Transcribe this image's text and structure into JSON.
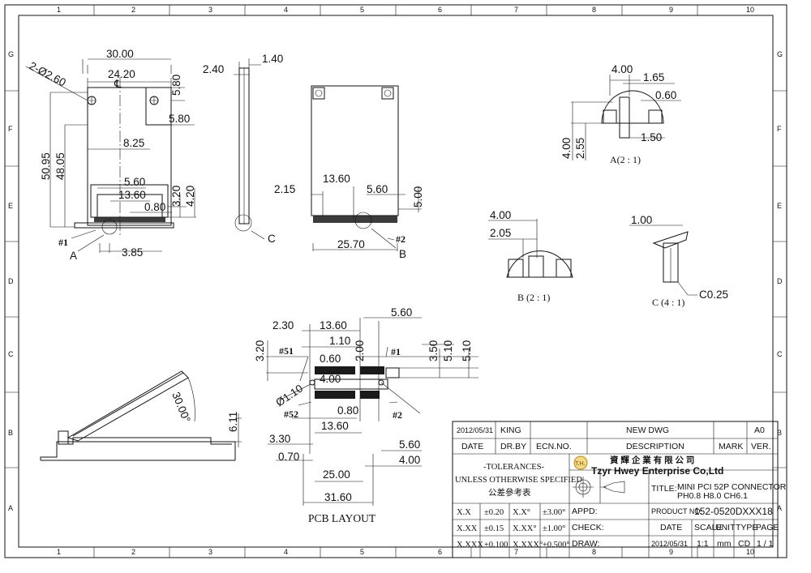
{
  "border": {
    "cols": [
      "1",
      "2",
      "3",
      "4",
      "5",
      "6",
      "7",
      "8",
      "9",
      "10"
    ],
    "rows": [
      "G",
      "F",
      "E",
      "D",
      "C",
      "B",
      "A"
    ]
  },
  "top_view": {
    "dims": [
      "30.00",
      "24.20",
      "5.80",
      "5.80",
      "8.25",
      "5.60",
      "13.60",
      "0.80",
      "3.20",
      "4.20",
      "50.95",
      "48.05",
      "3.85"
    ],
    "hole_label": "2-Ø2.60",
    "centerline": "℄",
    "pin1": "#1",
    "detail_a": "A"
  },
  "side_view": {
    "dims": [
      "2.40",
      "1.40"
    ],
    "detail_c": "C"
  },
  "front_view": {
    "dims": [
      "2.15",
      "13.60",
      "5.60",
      "5.00",
      "25.70"
    ],
    "pin2": "#2",
    "detail_b": "B"
  },
  "detail_a": {
    "dims": [
      "4.00",
      "1.65",
      "0.60",
      "1.50",
      "4.00",
      "2.55"
    ],
    "caption": "A(2 : 1)"
  },
  "detail_b": {
    "dims": [
      "4.00",
      "2.05"
    ],
    "caption": "B (2 : 1)"
  },
  "detail_c": {
    "dims": [
      "1.00",
      "C0.25"
    ],
    "caption": "C (4 : 1)"
  },
  "pcb_layout": {
    "dims": [
      "2.30",
      "13.60",
      "5.60",
      "1.10",
      "3.20",
      "0.60",
      "4.00",
      "2.00",
      "3.50",
      "5.10",
      "5.10",
      "Ø1.10",
      "0.80",
      "13.60",
      "3.30",
      "5.60",
      "0.70",
      "4.00",
      "25.00",
      "31.60"
    ],
    "labels": [
      "#51",
      "#1",
      "#52",
      "#2"
    ],
    "title": "PCB LAYOUT"
  },
  "angle_view": {
    "dims": [
      "30.00°",
      "6.11"
    ]
  },
  "title_block": {
    "date_value": "2012/05/31",
    "drawn_by": "KING",
    "ecn_value": "",
    "description": "NEW DWG",
    "mark_value": "",
    "version": "A0",
    "h_date": "DATE",
    "h_drby": "DR.BY",
    "h_ecn": "ECN.NO.",
    "h_desc": "DESCRIPTION",
    "h_mark": "MARK",
    "h_ver": "VER.",
    "tol_title": "-TOLERANCES-",
    "tol_sub": "UNLESS OTHERWISE SPECIFIED",
    "tol_cn": "公差參考表",
    "tol": [
      [
        "X.X",
        "±0.20",
        "X.X°",
        "±3.00°"
      ],
      [
        "X.XX",
        "±0.15",
        "X.XX°",
        "±1.00°"
      ],
      [
        "X.XXX",
        "±0.100",
        "X.XXX°",
        "±0.500°"
      ]
    ],
    "company_cn": "資 輝 企 業 有 限 公 司",
    "company_en": "Tzyr Hwey Enterprise Co,Ltd",
    "logo_text": "T.H.",
    "title_label": "TITLE:",
    "title_line1": "MINI PCI 52P CONNECTOR",
    "title_line2": "PH0.8 H8.0 CH6.1",
    "product_label": "PRODUCT NO:",
    "product_no": "152-0520DXXX18",
    "appd": "APPD:",
    "check": "CHECK:",
    "draw": "DRAW:",
    "bh_date": "DATE",
    "bh_scale": "SCALE",
    "bh_unit": "UNIT",
    "bh_type": "TYPE",
    "bh_page": "PAGE",
    "b_date": "2012/05/31",
    "b_scale": "1:1",
    "b_unit": "mm",
    "b_type": "CD",
    "b_page": "1 / 1"
  },
  "colors": {
    "line": "#111111",
    "logo": "#c8962a",
    "accent_red": "#c00000"
  }
}
